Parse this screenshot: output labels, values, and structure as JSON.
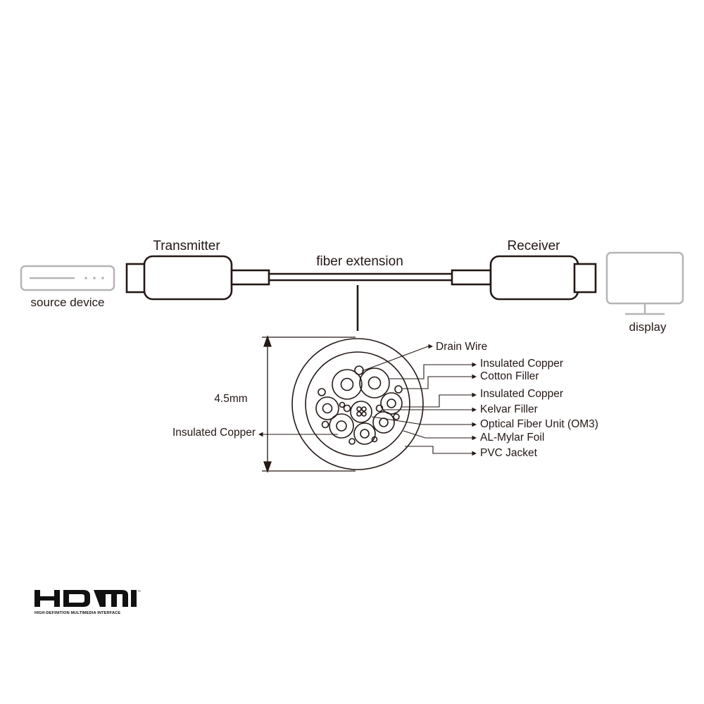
{
  "colors": {
    "ink": "#231815",
    "device": "#b5b5b5",
    "logo": "#111111"
  },
  "labels": {
    "transmitter": "Transmitter",
    "receiver": "Receiver",
    "fiber_extension": "fiber extension",
    "source_device": "source device",
    "display": "display",
    "diameter": "4.5mm",
    "insulated_copper_left": "Insulated Copper"
  },
  "callouts": [
    "Drain Wire",
    "Insulated Copper",
    "Cotton Filler",
    "Insulated Copper",
    "Kelvar Filler",
    "Optical Fiber Unit (OM3)",
    "AL-Mylar Foil",
    "PVC Jacket"
  ],
  "logo": {
    "wordmark": "HDMI",
    "trademark": "™",
    "tagline": "HIGH-DEFINITION MULTIMEDIA INTERFACE"
  },
  "icons": {
    "source": "source-device-icon",
    "display": "monitor-icon",
    "logo": "hdmi-logo-icon"
  }
}
